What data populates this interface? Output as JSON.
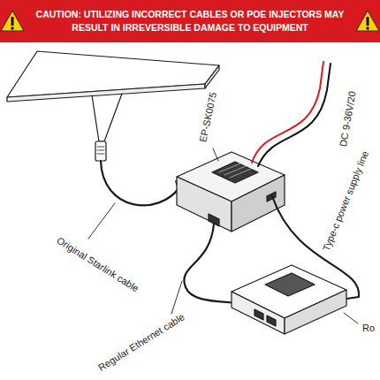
{
  "diagram": {
    "nodes": [
      {
        "text": [
          "CAUTION: UTILIZING INCORRECT CABLES OR POE INJECTORS MAY RESULT IN IRREVERSIBLE DAMAGE TO EQUIPMENT"
        ]
      }
    ],
    "labels": [
      "EP-SK0075",
      "DC 9-36V/20",
      "Original Starlink cable",
      "Type-c power supply line",
      "Ro",
      "Regular Ethernet cable"
    ]
  }
}
